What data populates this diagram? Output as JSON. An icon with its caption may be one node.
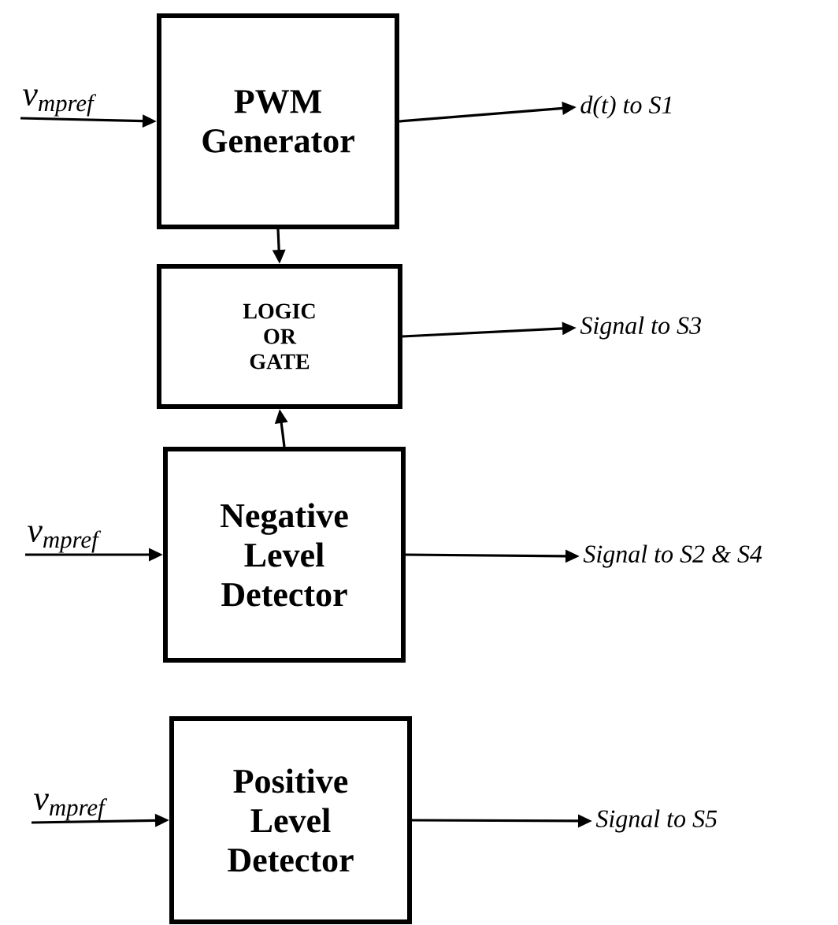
{
  "diagram": {
    "nodes": [
      {
        "text": [
          "PWM Generator"
        ]
      },
      {
        "text": [
          "d(t) to S1"
        ]
      },
      {
        "text": [
          "LOGIC OR GATE"
        ]
      },
      {
        "text": [
          "Signal to S3"
        ]
      },
      {
        "text": [
          "Negative Level Detector"
        ]
      },
      {
        "text": [
          "Signal to S2 & S4"
        ]
      },
      {
        "text": [
          "Positive Level Detector"
        ]
      },
      {
        "text": [
          "Signal to S5"
        ]
      }
    ],
    "edges": [
      {
        "from": null,
        "to": 0,
        "arrow": "to",
        "label": "v$_{mpref}$"
      },
      {
        "from": 0,
        "to": 1,
        "arrow": "to"
      },
      {
        "from": 0,
        "to": 2,
        "arrow": "to"
      },
      {
        "from": 2,
        "to": 3,
        "arrow": "to"
      },
      {
        "from": null,
        "to": 4,
        "arrow": "to",
        "label": "v$_{mpref}$"
      },
      {
        "from": 4,
        "to": 2,
        "arrow": "to"
      },
      {
        "from": 4,
        "to": 5,
        "arrow": "to"
      },
      {
        "from": null,
        "to": 6,
        "arrow": "to",
        "label": "v$_{mpref}$"
      },
      {
        "from": 6,
        "to": 7,
        "arrow": "to"
      }
    ]
  }
}
